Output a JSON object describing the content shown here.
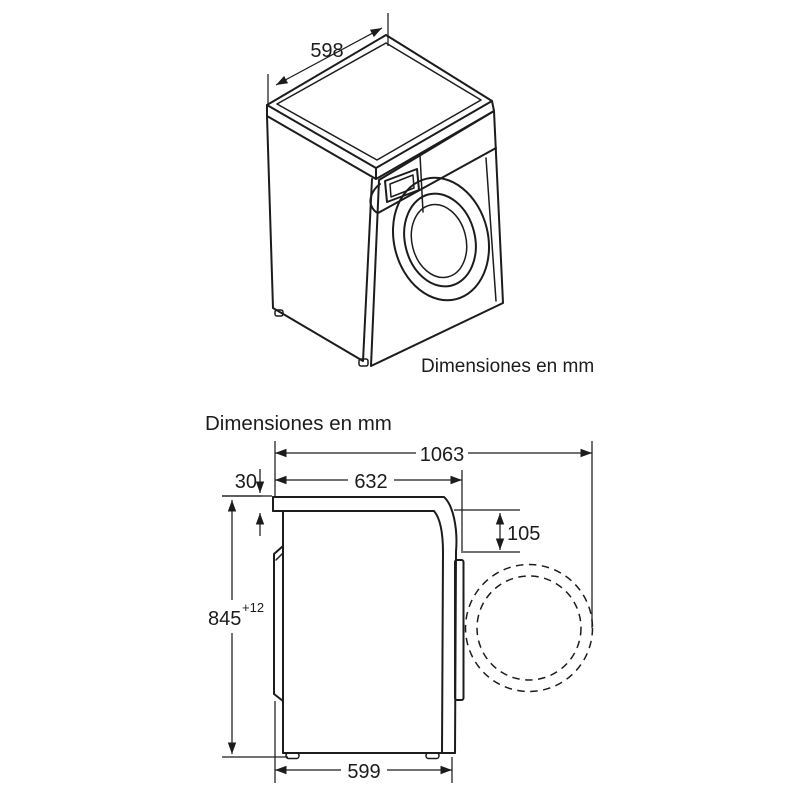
{
  "colors": {
    "line": "#1c1c1c",
    "background": "#ffffff"
  },
  "top_view": {
    "caption": "Dimensiones en mm",
    "dims": {
      "worktop_width": "598"
    }
  },
  "side_view": {
    "title": "Dimensiones en mm",
    "dims": {
      "depth_door_open": "1063",
      "depth_incl_door": "632",
      "worktop_thickness": "30",
      "door_top_offset": "105",
      "height": "845",
      "height_tolerance": "+12",
      "base_depth": "599"
    }
  }
}
